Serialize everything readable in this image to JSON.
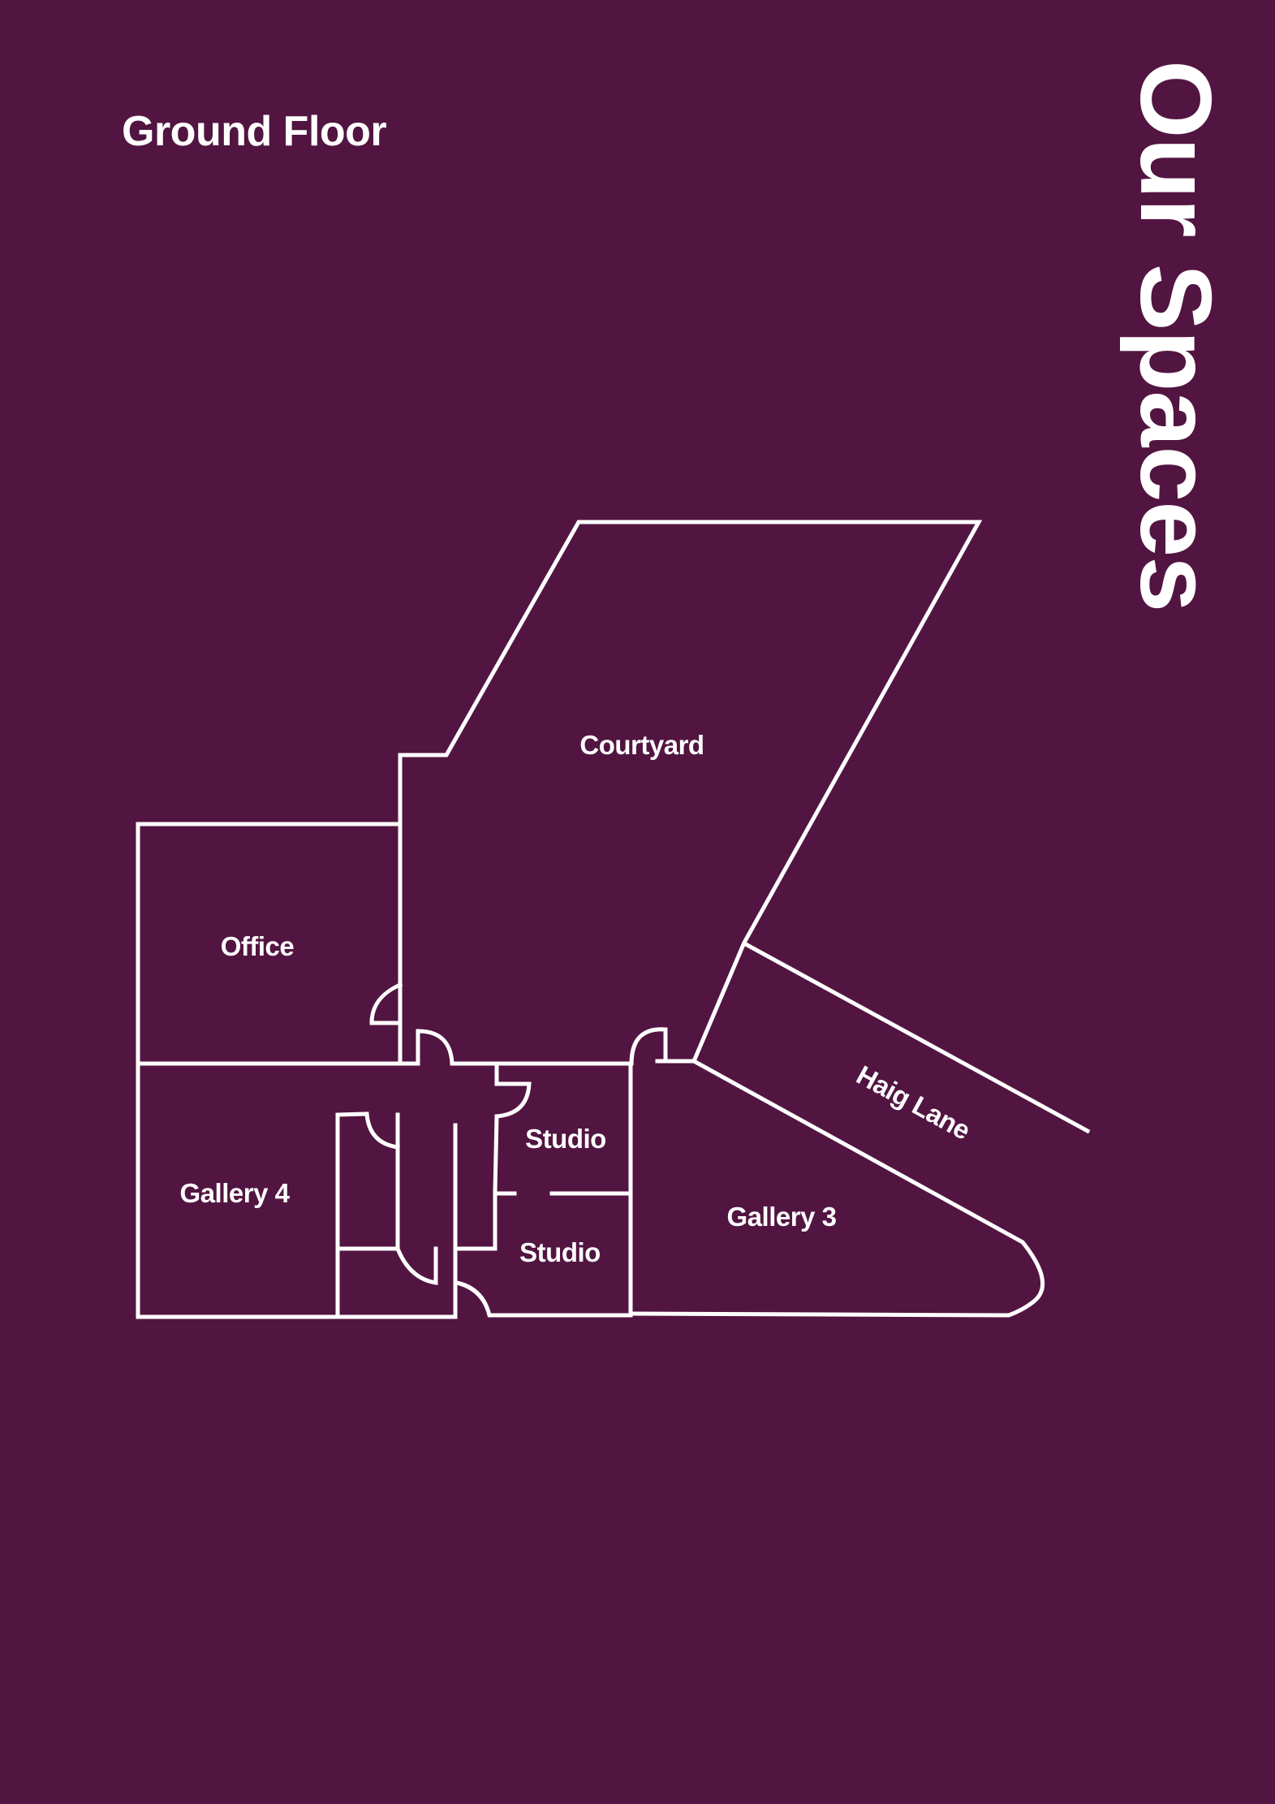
{
  "header": {
    "floor_title": "Ground Floor",
    "page_title": "Our Spaces"
  },
  "colors": {
    "background": "#521541",
    "lines_and_text": "#ffffff"
  },
  "rooms": {
    "courtyard": "Courtyard",
    "office": "Office",
    "gallery_4": "Gallery 4",
    "studio_upper": "Studio",
    "studio_lower": "Studio",
    "gallery_3": "Gallery 3",
    "haig_lane": "Haig Lane"
  }
}
